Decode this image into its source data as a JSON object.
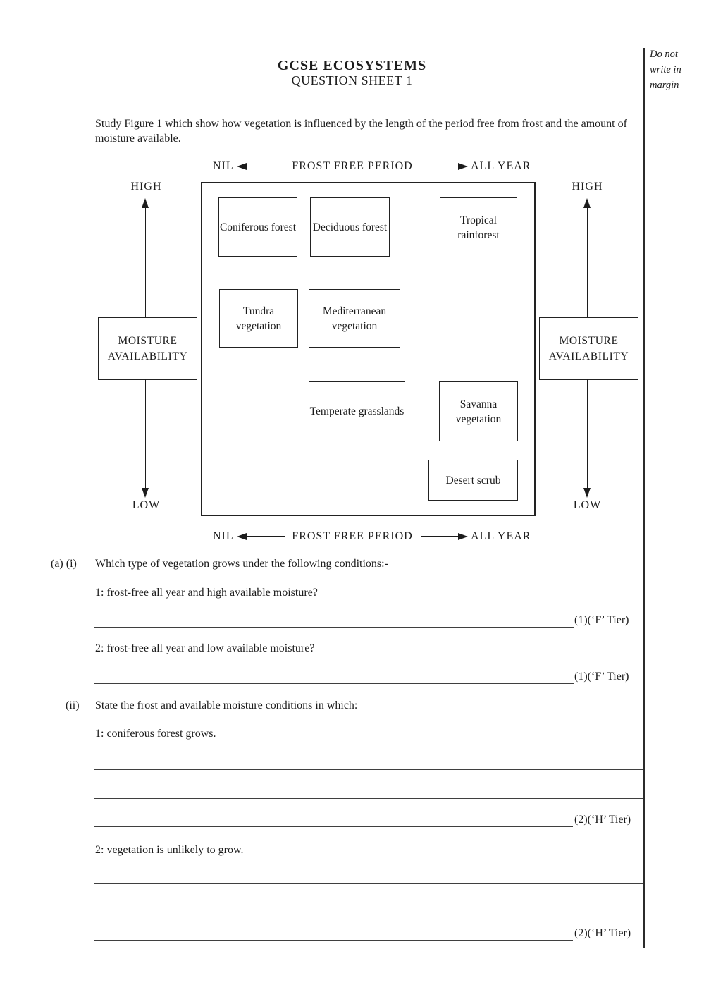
{
  "margin_note": [
    "Do not",
    "write in",
    "margin"
  ],
  "header": {
    "title": "GCSE ECOSYSTEMS",
    "subtitle": "QUESTION SHEET 1"
  },
  "intro": {
    "text": "Study Figure 1 which show how vegetation is influenced by the length of the period free from frost and the amount of moisture available."
  },
  "figure": {
    "x_axis": {
      "min": "NIL",
      "label": "FROST FREE PERIOD",
      "max": "ALL YEAR"
    },
    "y_axis": {
      "max": "HIGH",
      "min": "LOW",
      "label": "MOISTURE AVAILABILITY"
    },
    "boxes": [
      {
        "label": "Coniferous forest"
      },
      {
        "label": "Deciduous forest"
      },
      {
        "label": "Tropical rainforest"
      },
      {
        "label": "Tundra vegetation"
      },
      {
        "label": "Mediterranean vegetation"
      },
      {
        "label": "Temperate grasslands"
      },
      {
        "label": "Savanna vegetation"
      },
      {
        "label": "Desert scrub"
      }
    ]
  },
  "questions": {
    "a_label": "(a) (i)",
    "i_prompt": "Which type of vegetation grows under the following conditions:-",
    "i_q1": "1: frost-free all year and high available moisture?",
    "i_q1_mark": "(1)(‘F’ Tier)",
    "i_q2": "2: frost-free all year and low available moisture?",
    "i_q2_mark": "(1)(‘F’ Tier)",
    "ii_label": "(ii)",
    "ii_prompt": "State the frost and available moisture conditions in which:",
    "ii_q1": "1: coniferous forest grows.",
    "ii_q1_mark": "(2)(‘H’ Tier)",
    "ii_q2": "2: vegetation is unlikely to grow.",
    "ii_q2_mark": "(2)(‘H’ Tier)"
  }
}
